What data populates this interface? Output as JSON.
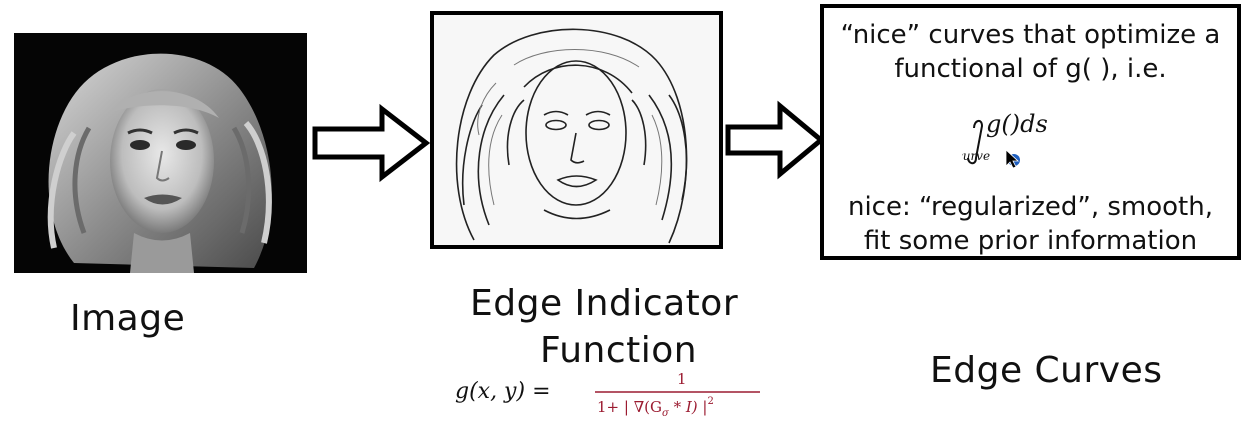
{
  "captions": {
    "image": "Image",
    "edge_indicator_line1": "Edge Indicator",
    "edge_indicator_line2": "Function",
    "edge_curves": "Edge Curves"
  },
  "description_box": {
    "line1": "“nice” curves that optimize a",
    "line2": "functional of g( ), i.e.",
    "line3": "nice: “regularized”, smooth,",
    "line4": "fit some prior information",
    "integral_expr": "g()ds",
    "integral_sub": "curve"
  },
  "formula": {
    "lhs": "g(x, y) =",
    "numerator": "1",
    "denominator": "1+ | ∇(G",
    "sigma": "σ",
    "denominator_tail": " * I) |",
    "power": "2"
  },
  "colors": {
    "formula_accent": "#9b1b30",
    "cursor": "#1f5fbf"
  }
}
